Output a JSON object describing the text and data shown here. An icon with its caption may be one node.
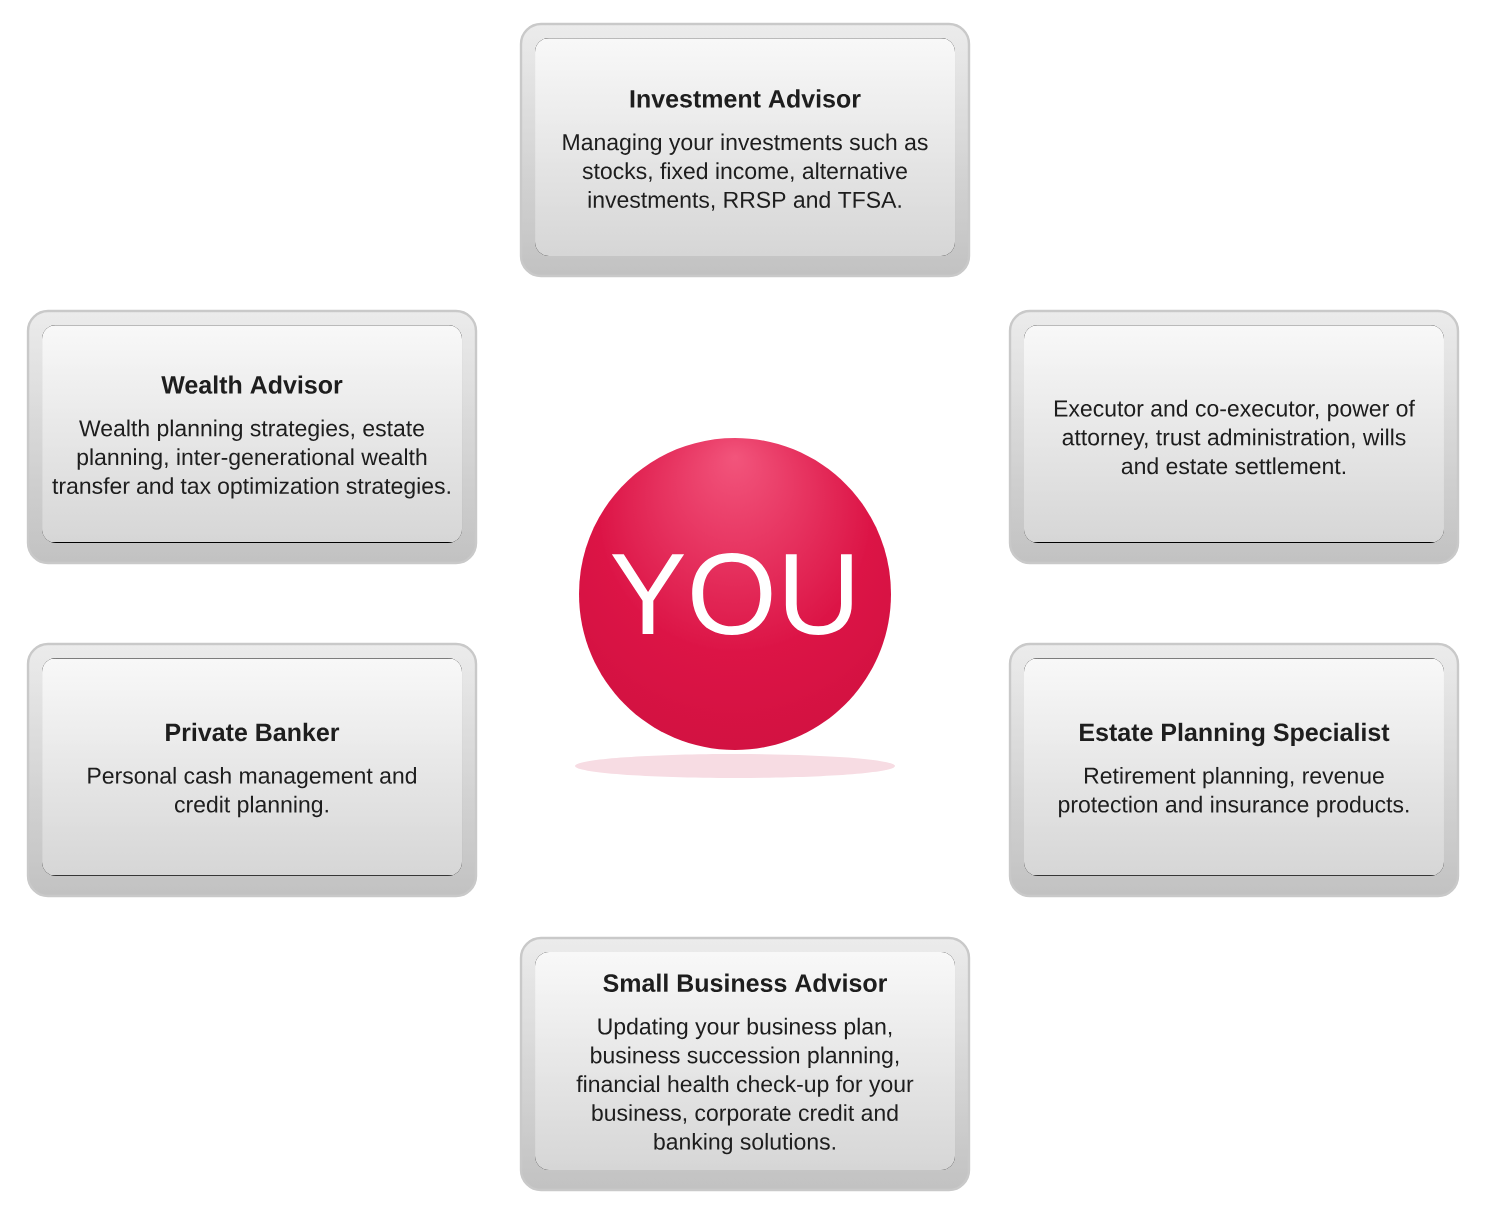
{
  "diagram": {
    "nodes": [
      {
        "text": [
          "Investment Advisor",
          "Managing your investments such as stocks, fixed income, alternative investments, RRSP and TFSA."
        ]
      },
      {
        "text": [
          "Wealth Advisor",
          "Wealth planning strategies, estate planning, inter-generational wealth transfer and tax optimization strategies."
        ]
      },
      {
        "text": [
          "Executor and co-executor, power of attorney, trust administration, wills and estate settlement."
        ]
      },
      {
        "text": [
          "YOU"
        ]
      },
      {
        "text": [
          "Private Banker",
          "Personal cash management and credit planning."
        ]
      },
      {
        "text": [
          "Estate Planning Specialist",
          "Retirement planning, revenue protection and insurance products."
        ]
      },
      {
        "text": [
          "Small Business Advisor",
          "Updating your business plan, business succession planning, financial health check-up for your business, corporate credit and banking solutions."
        ]
      }
    ]
  }
}
